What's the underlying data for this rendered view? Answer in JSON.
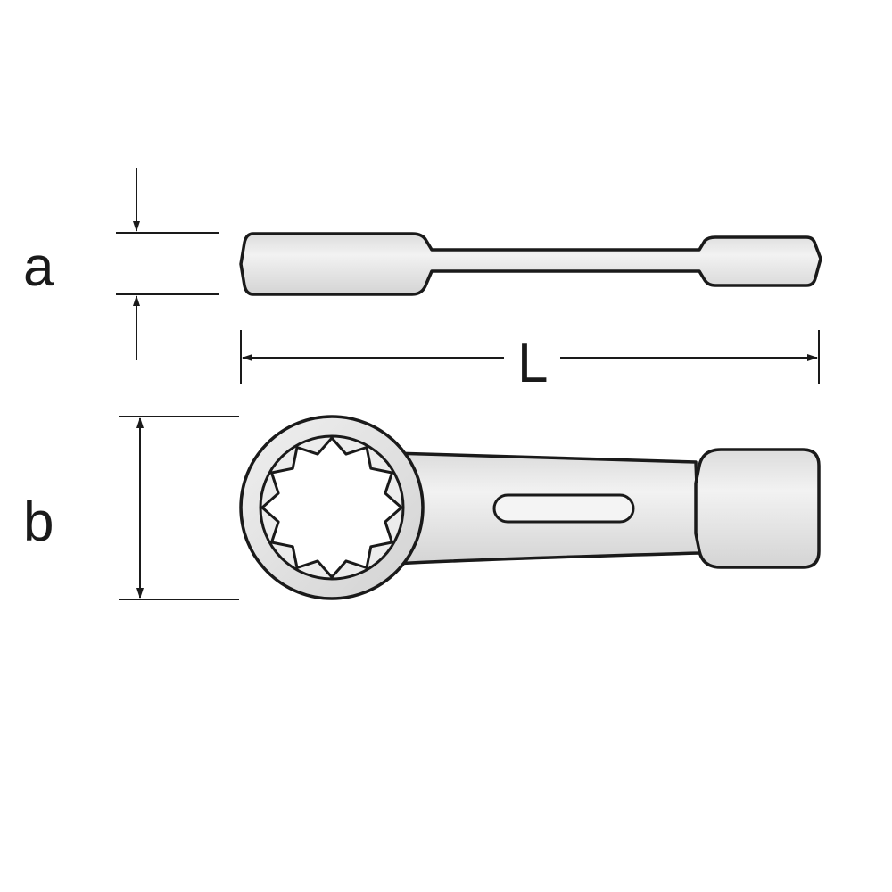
{
  "diagram": {
    "labels": {
      "a": "a",
      "L": "L",
      "b": "b"
    },
    "colors": {
      "line": "#1a1a1a",
      "tool_fill": "#e9e9e9",
      "tool_shade": "#d6d6d6",
      "background": "#ffffff"
    }
  }
}
